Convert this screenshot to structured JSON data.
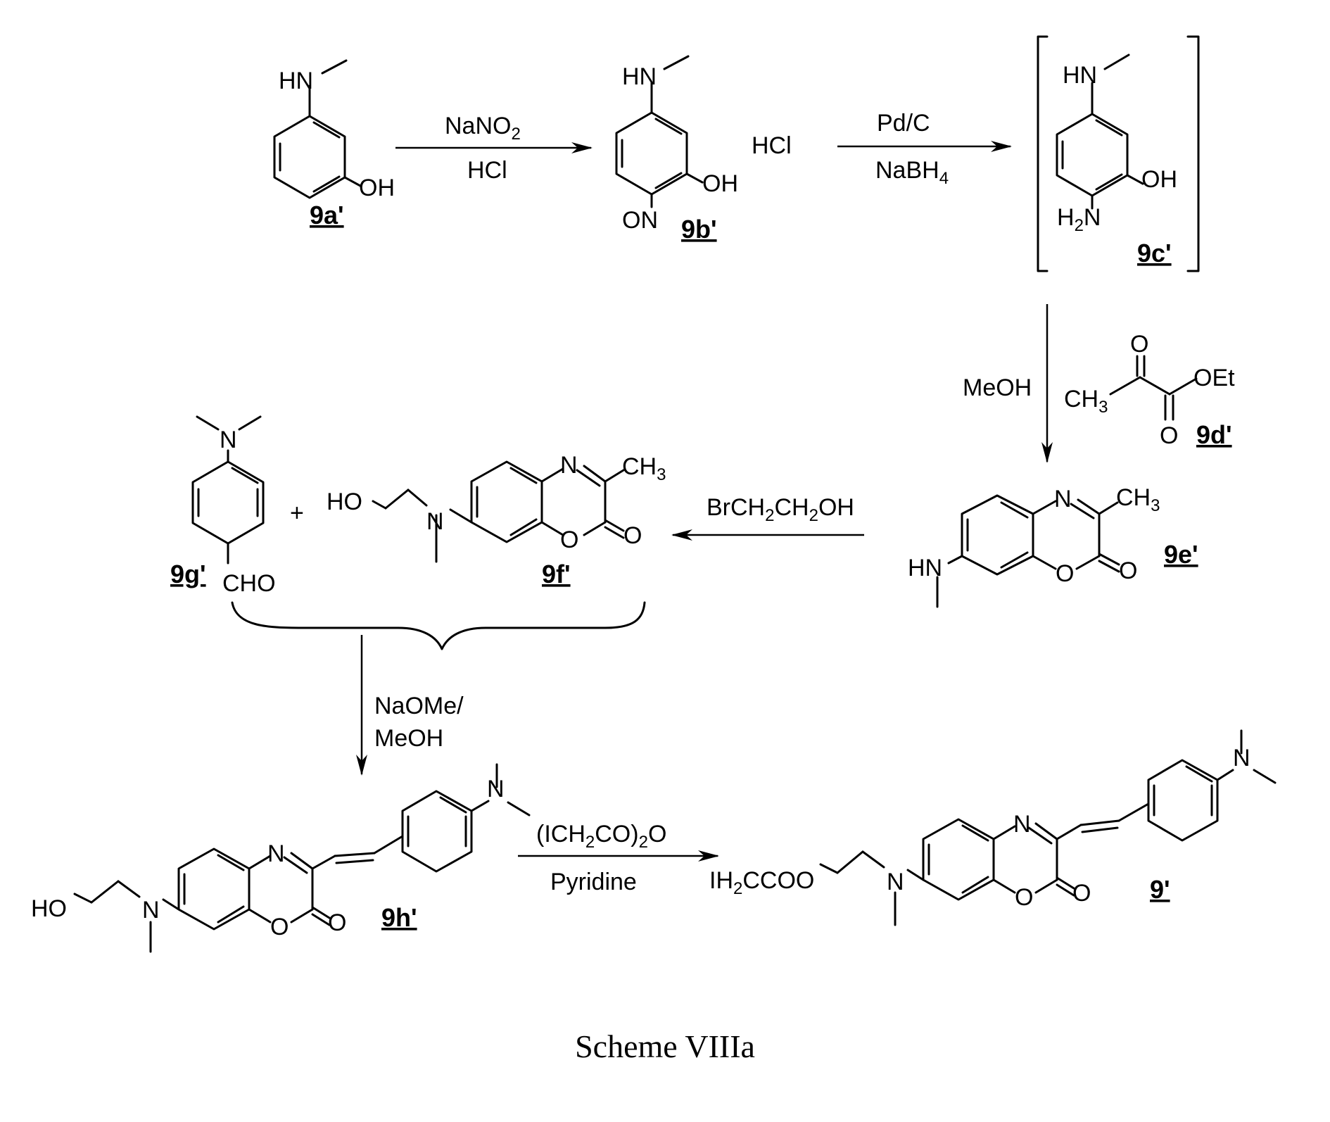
{
  "title": "Scheme VIIIa",
  "compounds": {
    "c9a": "9a'",
    "c9b": "9b'",
    "c9c": "9c'",
    "c9d": "9d'",
    "c9e": "9e'",
    "c9f": "9f'",
    "c9g": "9g'",
    "c9h": "9h'",
    "c9": "9'"
  },
  "reagents": {
    "step1_top": "NaNO2",
    "step1_bottom": "HCl",
    "salt": "HCl",
    "step2_top": "Pd/C",
    "step2_bottom": "NaBH4",
    "step3_solvent": "MeOH",
    "step4": "BrCH2CH2OH",
    "step5_line1": "NaOMe/",
    "step5_line2": "MeOH",
    "step6_top": "(ICH2CO)2O",
    "step6_bottom": "Pyridine",
    "plus": "+"
  },
  "atoms": {
    "hn": "HN",
    "oh": "OH",
    "on": "ON",
    "h2n": "H2N",
    "o": "O",
    "oet": "OEt",
    "ch3": "CH3",
    "n": "N",
    "ho": "HO",
    "cho": "CHO",
    "ester": "IH2CCOO"
  }
}
